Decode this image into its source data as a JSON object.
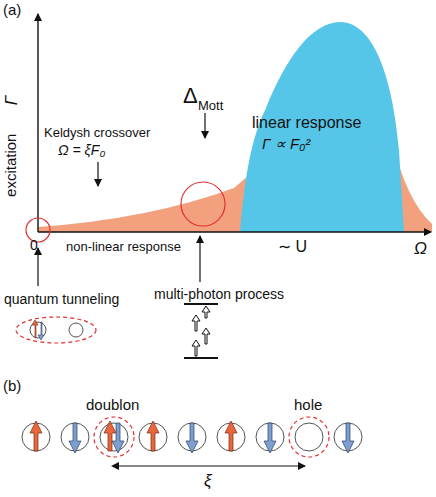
{
  "diagram": {
    "labels": [
      "(a)",
      "excitation",
      "Γ",
      "Keldysh crossover",
      "Ω = ξF₀",
      "Δ",
      "Mott",
      "linear response",
      "Γ ∝ F₀²",
      "0",
      "non-linear response",
      "∼ U",
      "Ω",
      "quantum tunneling",
      "multi-photon process",
      "(b)",
      "doublon",
      "hole",
      "ξ"
    ]
  }
}
